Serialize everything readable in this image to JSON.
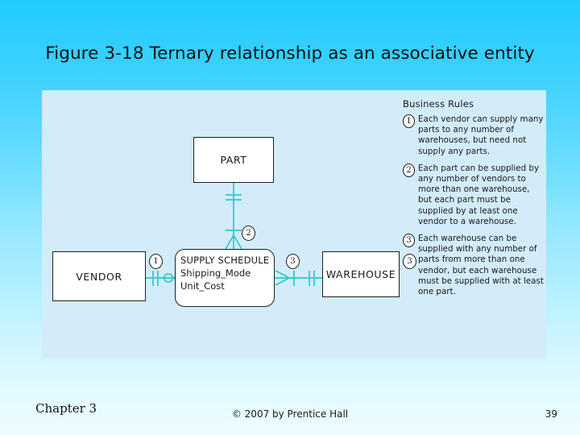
{
  "slide": {
    "title": "Figure 3-18 Ternary relationship as an associative entity",
    "background_top_color": "#21cbff",
    "background_bottom_color": "#ecfdff",
    "panel_color": "#d3ecfa",
    "line_color": "#2ec8c8"
  },
  "diagram": {
    "entities": [
      {
        "name": "PART",
        "label": "PART",
        "kind": "entity"
      },
      {
        "name": "VENDOR",
        "label": "VENDOR",
        "kind": "entity"
      },
      {
        "name": "WAREHOUSE",
        "label": "WAREHOUSE",
        "kind": "entity"
      }
    ],
    "associative_entity": {
      "label": "SUPPLY SCHEDULE",
      "attributes": [
        "Shipping_Mode",
        "Unit_Cost"
      ]
    },
    "degree_markers": [
      {
        "id": "vendor-side",
        "value": "1"
      },
      {
        "id": "part-side",
        "value": "2"
      },
      {
        "id": "warehouse-left",
        "value": "3"
      },
      {
        "id": "warehouse-right",
        "value": "3"
      }
    ]
  },
  "business_rules": {
    "heading": "Business Rules",
    "rules": [
      {
        "number": "1",
        "text": "Each vendor can supply many parts to any number of warehouses, but need not supply any parts."
      },
      {
        "number": "2",
        "text": "Each part can be supplied by any number of vendors to more than one warehouse, but each part must be supplied by at least one vendor to a warehouse."
      },
      {
        "number": "3",
        "text": "Each warehouse can be supplied with any number of parts from more than one vendor, but each warehouse must be supplied with at least one part."
      }
    ]
  },
  "footer": {
    "chapter": "Chapter 3",
    "copyright": "© 2007 by Prentice Hall",
    "page_number": "39"
  }
}
